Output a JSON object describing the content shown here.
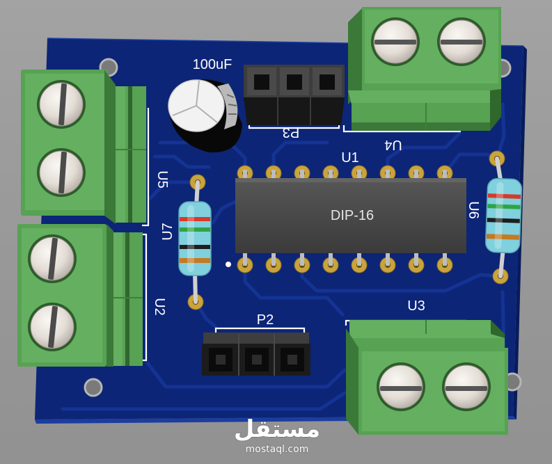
{
  "silkscreen": {
    "capacitor_value": "100uF",
    "header_p3": "P3",
    "terminal_u4": "U4",
    "ic_u1": "U1",
    "ic_package": "DIP-16",
    "terminal_u5": "U5",
    "resistor_u6": "U6",
    "resistor_u7": "U7",
    "terminal_u2": "U2",
    "header_p2": "P2",
    "terminal_u3": "U3"
  },
  "watermark": {
    "logo_text": "مستقل",
    "site": "mostaql.com"
  },
  "colors": {
    "background": "#9b9b9b",
    "board": "#0c2577",
    "trace": "#17379a",
    "terminal_green": "#57a253",
    "pad_gold": "#c9a43c",
    "resistor_body": "#80d0dd",
    "silkscreen": "#ffffff",
    "resistor_bands": [
      "#d63a2a",
      "#2fa443",
      "#1e1e1e",
      "#c47a22"
    ]
  }
}
